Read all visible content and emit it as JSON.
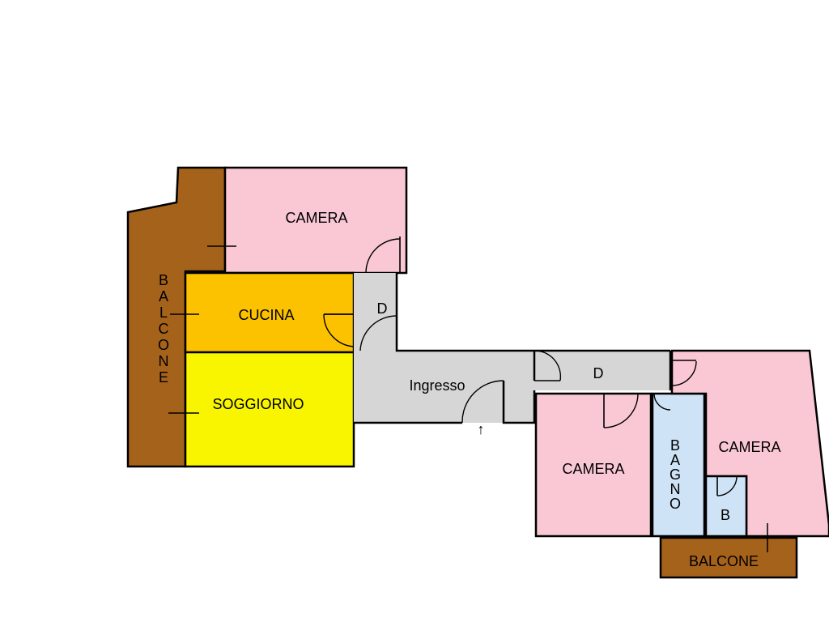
{
  "floorplan": {
    "colors": {
      "balcony": "#a5621a",
      "bedroom": "#f9c8d4",
      "kitchen": "#fcc200",
      "living": "#f9f500",
      "corridor": "#d6d6d6",
      "bathroom": "#cfe3f6",
      "walls": "#000000"
    },
    "rooms": {
      "camera_top": "CAMERA",
      "cucina": "CUCINA",
      "soggiorno": "SOGGIORNO",
      "disimpegno_left": "D",
      "ingresso": "Ingresso",
      "disimpegno_right": "D",
      "camera_mid": "CAMERA",
      "bagno": "BAGNO",
      "camera_right": "CAMERA",
      "bagno_small": "B",
      "balcone_left": "BALCONE",
      "balcone_bottom": "BALCONE"
    },
    "entrance_symbol": "↑"
  }
}
